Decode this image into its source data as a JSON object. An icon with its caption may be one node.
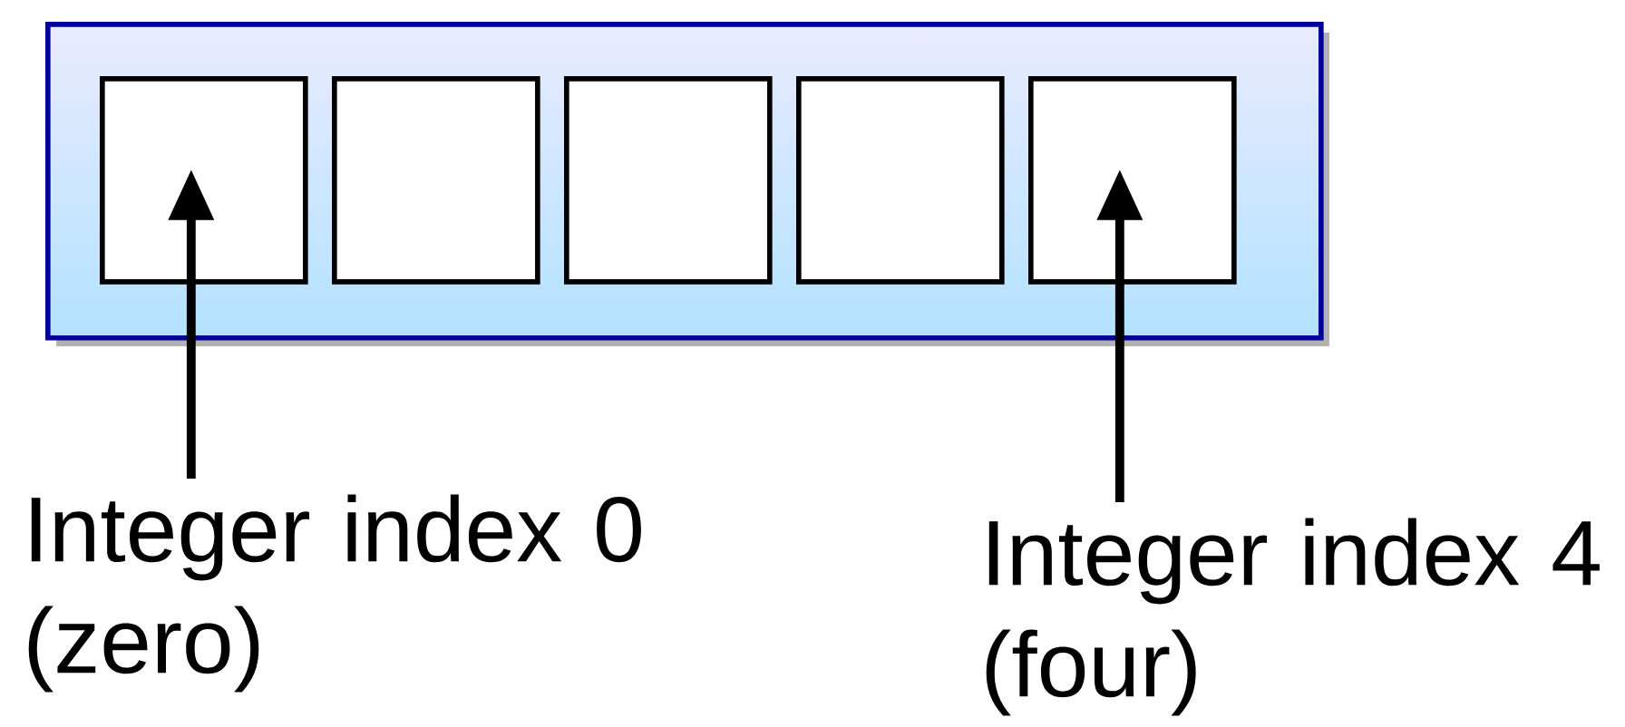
{
  "diagram": {
    "nodes": [
      {
        "text": [],
        "shape": "box"
      },
      {
        "text": [],
        "shape": "box",
        "in": 0
      },
      {
        "text": [],
        "shape": "box",
        "in": 0
      },
      {
        "text": [],
        "shape": "box",
        "in": 0
      },
      {
        "text": [],
        "shape": "box",
        "in": 0
      },
      {
        "text": [],
        "shape": "box",
        "in": 0
      },
      {
        "text": [
          "Integer index 0 (zero)"
        ]
      },
      {
        "text": [
          "Integer index 4 (four)"
        ]
      }
    ],
    "edges": [
      {
        "from": 6,
        "to": 1,
        "arrow": "to"
      },
      {
        "from": 7,
        "to": 5,
        "arrow": "to"
      }
    ]
  }
}
